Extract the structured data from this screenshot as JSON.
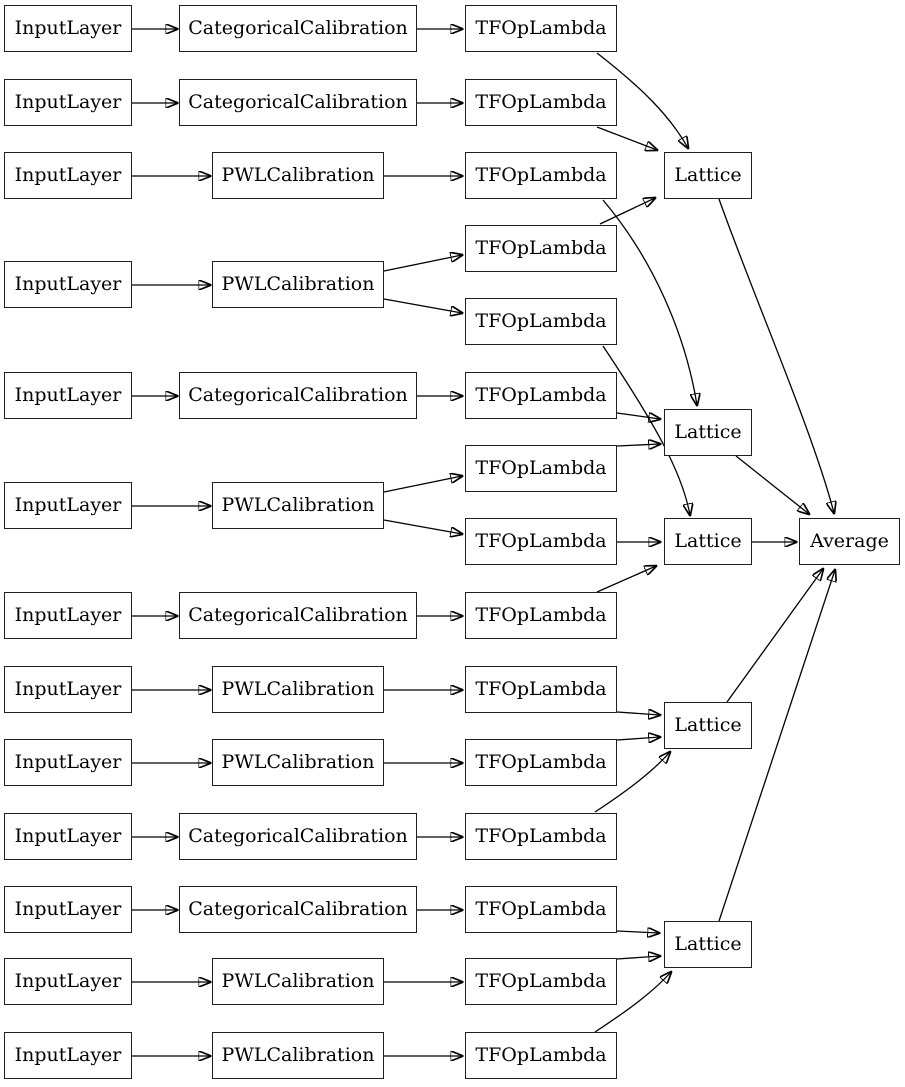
{
  "diagram_type": "model-architecture-graph",
  "colors": {
    "background": "#ffffff",
    "node_fill": "#ffffff",
    "node_border": "#1f1f1f",
    "edge": "#000000",
    "text": "#000000"
  },
  "labels": {
    "input_layer": "InputLayer",
    "categorical_calibration": "CategoricalCalibration",
    "pwl_calibration": "PWLCalibration",
    "tf_op_lambda": "TFOpLambda",
    "lattice": "Lattice",
    "average": "Average"
  },
  "nodes": [
    {
      "id": "in1",
      "type": "InputLayer"
    },
    {
      "id": "in2",
      "type": "InputLayer"
    },
    {
      "id": "in3",
      "type": "InputLayer"
    },
    {
      "id": "in4",
      "type": "InputLayer"
    },
    {
      "id": "in5",
      "type": "InputLayer"
    },
    {
      "id": "in6",
      "type": "InputLayer"
    },
    {
      "id": "in7",
      "type": "InputLayer"
    },
    {
      "id": "in8",
      "type": "InputLayer"
    },
    {
      "id": "in9",
      "type": "InputLayer"
    },
    {
      "id": "in10",
      "type": "InputLayer"
    },
    {
      "id": "in11",
      "type": "InputLayer"
    },
    {
      "id": "in12",
      "type": "InputLayer"
    },
    {
      "id": "in13",
      "type": "InputLayer"
    },
    {
      "id": "cal1",
      "type": "CategoricalCalibration"
    },
    {
      "id": "cal2",
      "type": "CategoricalCalibration"
    },
    {
      "id": "cal3",
      "type": "PWLCalibration"
    },
    {
      "id": "cal4",
      "type": "PWLCalibration"
    },
    {
      "id": "cal5",
      "type": "CategoricalCalibration"
    },
    {
      "id": "cal6",
      "type": "PWLCalibration"
    },
    {
      "id": "cal7",
      "type": "CategoricalCalibration"
    },
    {
      "id": "cal8",
      "type": "PWLCalibration"
    },
    {
      "id": "cal9",
      "type": "PWLCalibration"
    },
    {
      "id": "cal10",
      "type": "CategoricalCalibration"
    },
    {
      "id": "cal11",
      "type": "CategoricalCalibration"
    },
    {
      "id": "cal12",
      "type": "PWLCalibration"
    },
    {
      "id": "cal13",
      "type": "PWLCalibration"
    },
    {
      "id": "tf1",
      "type": "TFOpLambda"
    },
    {
      "id": "tf2",
      "type": "TFOpLambda"
    },
    {
      "id": "tf3",
      "type": "TFOpLambda"
    },
    {
      "id": "tf4a",
      "type": "TFOpLambda"
    },
    {
      "id": "tf4b",
      "type": "TFOpLambda"
    },
    {
      "id": "tf5",
      "type": "TFOpLambda"
    },
    {
      "id": "tf6a",
      "type": "TFOpLambda"
    },
    {
      "id": "tf6b",
      "type": "TFOpLambda"
    },
    {
      "id": "tf7",
      "type": "TFOpLambda"
    },
    {
      "id": "tf8",
      "type": "TFOpLambda"
    },
    {
      "id": "tf9",
      "type": "TFOpLambda"
    },
    {
      "id": "tf10",
      "type": "TFOpLambda"
    },
    {
      "id": "tf11",
      "type": "TFOpLambda"
    },
    {
      "id": "tf12",
      "type": "TFOpLambda"
    },
    {
      "id": "tf13",
      "type": "TFOpLambda"
    },
    {
      "id": "lat1",
      "type": "Lattice"
    },
    {
      "id": "lat2",
      "type": "Lattice"
    },
    {
      "id": "lat3",
      "type": "Lattice"
    },
    {
      "id": "lat4",
      "type": "Lattice"
    },
    {
      "id": "lat5",
      "type": "Lattice"
    },
    {
      "id": "avg",
      "type": "Average"
    }
  ],
  "edges": [
    {
      "from": "in1",
      "to": "cal1"
    },
    {
      "from": "in2",
      "to": "cal2"
    },
    {
      "from": "in3",
      "to": "cal3"
    },
    {
      "from": "in4",
      "to": "cal4"
    },
    {
      "from": "in5",
      "to": "cal5"
    },
    {
      "from": "in6",
      "to": "cal6"
    },
    {
      "from": "in7",
      "to": "cal7"
    },
    {
      "from": "in8",
      "to": "cal8"
    },
    {
      "from": "in9",
      "to": "cal9"
    },
    {
      "from": "in10",
      "to": "cal10"
    },
    {
      "from": "in11",
      "to": "cal11"
    },
    {
      "from": "in12",
      "to": "cal12"
    },
    {
      "from": "in13",
      "to": "cal13"
    },
    {
      "from": "cal1",
      "to": "tf1"
    },
    {
      "from": "cal2",
      "to": "tf2"
    },
    {
      "from": "cal3",
      "to": "tf3"
    },
    {
      "from": "cal4",
      "to": "tf4a"
    },
    {
      "from": "cal4",
      "to": "tf4b"
    },
    {
      "from": "cal5",
      "to": "tf5"
    },
    {
      "from": "cal6",
      "to": "tf6a"
    },
    {
      "from": "cal6",
      "to": "tf6b"
    },
    {
      "from": "cal7",
      "to": "tf7"
    },
    {
      "from": "cal8",
      "to": "tf8"
    },
    {
      "from": "cal9",
      "to": "tf9"
    },
    {
      "from": "cal10",
      "to": "tf10"
    },
    {
      "from": "cal11",
      "to": "tf11"
    },
    {
      "from": "cal12",
      "to": "tf12"
    },
    {
      "from": "cal13",
      "to": "tf13"
    },
    {
      "from": "tf1",
      "to": "lat1"
    },
    {
      "from": "tf2",
      "to": "lat1"
    },
    {
      "from": "tf4a",
      "to": "lat1"
    },
    {
      "from": "tf3",
      "to": "lat2"
    },
    {
      "from": "tf5",
      "to": "lat2"
    },
    {
      "from": "tf6a",
      "to": "lat2"
    },
    {
      "from": "tf4b",
      "to": "lat3"
    },
    {
      "from": "tf6b",
      "to": "lat3"
    },
    {
      "from": "tf7",
      "to": "lat3"
    },
    {
      "from": "tf8",
      "to": "lat4"
    },
    {
      "from": "tf9",
      "to": "lat4"
    },
    {
      "from": "tf10",
      "to": "lat4"
    },
    {
      "from": "tf11",
      "to": "lat5"
    },
    {
      "from": "tf12",
      "to": "lat5"
    },
    {
      "from": "tf13",
      "to": "lat5"
    },
    {
      "from": "lat1",
      "to": "avg"
    },
    {
      "from": "lat2",
      "to": "avg"
    },
    {
      "from": "lat3",
      "to": "avg"
    },
    {
      "from": "lat4",
      "to": "avg"
    },
    {
      "from": "lat5",
      "to": "avg"
    }
  ]
}
